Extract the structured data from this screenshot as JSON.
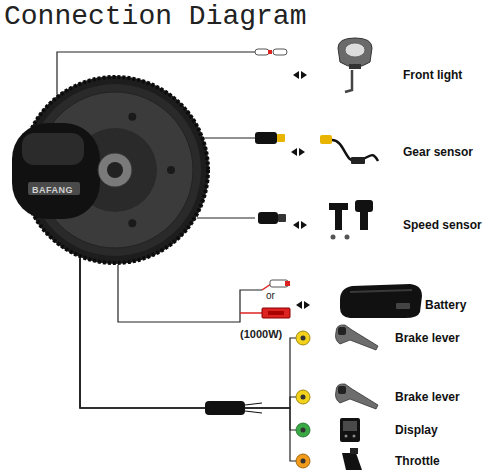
{
  "diagram": {
    "title": "Connection Diagram",
    "nodes": [
      {
        "text": [
          "BAFANG"
        ]
      },
      {
        "text": [
          "Front light"
        ]
      },
      {
        "text": [
          "Gear sensor"
        ]
      },
      {
        "text": [
          "Speed sensor"
        ]
      },
      {
        "text": [
          "Battery"
        ]
      },
      {
        "text": [
          "Brake lever"
        ]
      },
      {
        "text": [
          "Brake lever"
        ]
      },
      {
        "text": [
          "Display"
        ]
      },
      {
        "text": [
          "Throttle"
        ]
      }
    ],
    "edges": [
      {
        "from": 0,
        "to": 1,
        "arrow": "none"
      },
      {
        "from": 0,
        "to": 2,
        "arrow": "none"
      },
      {
        "from": 0,
        "to": 3,
        "arrow": "none"
      },
      {
        "from": 0,
        "to": 4,
        "arrow": "none"
      },
      {
        "from": 0,
        "to": 5,
        "arrow": "none"
      },
      {
        "from": 0,
        "to": 6,
        "arrow": "none"
      },
      {
        "from": 0,
        "to": 7,
        "arrow": "none"
      },
      {
        "from": 0,
        "to": 8,
        "arrow": "none"
      }
    ],
    "labels": [
      "or",
      "(1000W)"
    ]
  }
}
